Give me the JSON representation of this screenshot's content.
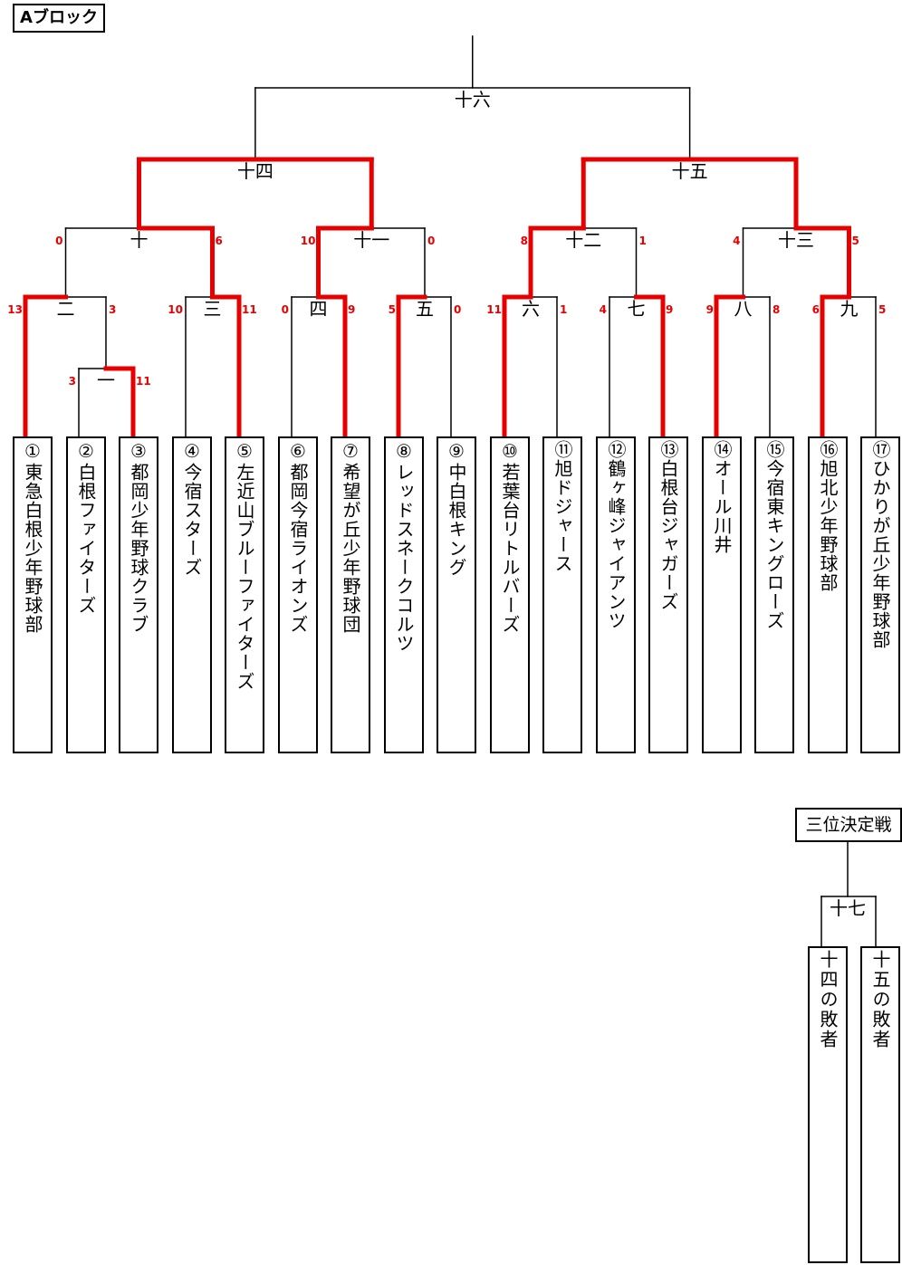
{
  "block_title": "Aブロック",
  "third_place_title": "三位決定戦",
  "colors": {
    "win_line": "#e60000",
    "line": "#000000",
    "score": "#e60000"
  },
  "teams": [
    "①東急白根少年野球部",
    "②白根ファイターズ",
    "③都岡少年野球クラブ",
    "④今宿スターズ",
    "⑤左近山ブルーファイターズ",
    "⑥都岡今宿ライオンズ",
    "⑦希望が丘少年野球団",
    "⑧レッドスネークコルツ",
    "⑨中白根キング",
    "⑩若葉台リトルバーズ",
    "⑪旭ドジャース",
    "⑫鶴ヶ峰ジャイアンツ",
    "⑬白根台ジャガーズ",
    "⑭オール川井",
    "⑮今宿東キングローズ",
    "⑯旭北少年野球部",
    "⑰ひかりが丘少年野球部"
  ],
  "matches": [
    {
      "label": "一",
      "left": "②",
      "right": "③",
      "left_score": "3",
      "right_score": "11",
      "winner": "right"
    },
    {
      "label": "二",
      "left": "①",
      "right": "一の勝者",
      "left_score": "13",
      "right_score": "3",
      "winner": "left"
    },
    {
      "label": "三",
      "left": "④",
      "right": "⑤",
      "left_score": "10",
      "right_score": "11",
      "winner": "right"
    },
    {
      "label": "四",
      "left": "⑥",
      "right": "⑦",
      "left_score": "0",
      "right_score": "9",
      "winner": "right"
    },
    {
      "label": "五",
      "left": "⑧",
      "right": "⑨",
      "left_score": "5",
      "right_score": "0",
      "winner": "left"
    },
    {
      "label": "六",
      "left": "⑩",
      "right": "⑪",
      "left_score": "11",
      "right_score": "1",
      "winner": "left"
    },
    {
      "label": "七",
      "left": "⑫",
      "right": "⑬",
      "left_score": "4",
      "right_score": "9",
      "winner": "right"
    },
    {
      "label": "八",
      "left": "⑭",
      "right": "⑮",
      "left_score": "9",
      "right_score": "8",
      "winner": "left"
    },
    {
      "label": "九",
      "left": "⑯",
      "right": "⑰",
      "left_score": "6",
      "right_score": "5",
      "winner": "left"
    },
    {
      "label": "十",
      "left": "二",
      "right": "三",
      "left_score": "0",
      "right_score": "6",
      "winner": "right"
    },
    {
      "label": "十一",
      "left": "四",
      "right": "五",
      "left_score": "10",
      "right_score": "0",
      "winner": "left"
    },
    {
      "label": "十二",
      "left": "六",
      "right": "七",
      "left_score": "8",
      "right_score": "1",
      "winner": "left"
    },
    {
      "label": "十三",
      "left": "八",
      "right": "九",
      "left_score": "4",
      "right_score": "5",
      "winner": "right"
    },
    {
      "label": "十四",
      "left": "十",
      "right": "十一",
      "left_score": "",
      "right_score": "",
      "winner": "both"
    },
    {
      "label": "十五",
      "left": "十二",
      "right": "十三",
      "left_score": "",
      "right_score": "",
      "winner": "both"
    },
    {
      "label": "十六",
      "left": "十四",
      "right": "十五",
      "left_score": "",
      "right_score": "",
      "winner": "none"
    },
    {
      "label": "十七",
      "left": "十四の敗者",
      "right": "十五の敗者",
      "left_score": "",
      "right_score": "",
      "winner": "none"
    }
  ],
  "losers": [
    "十四の敗者",
    "十五の敗者"
  ]
}
